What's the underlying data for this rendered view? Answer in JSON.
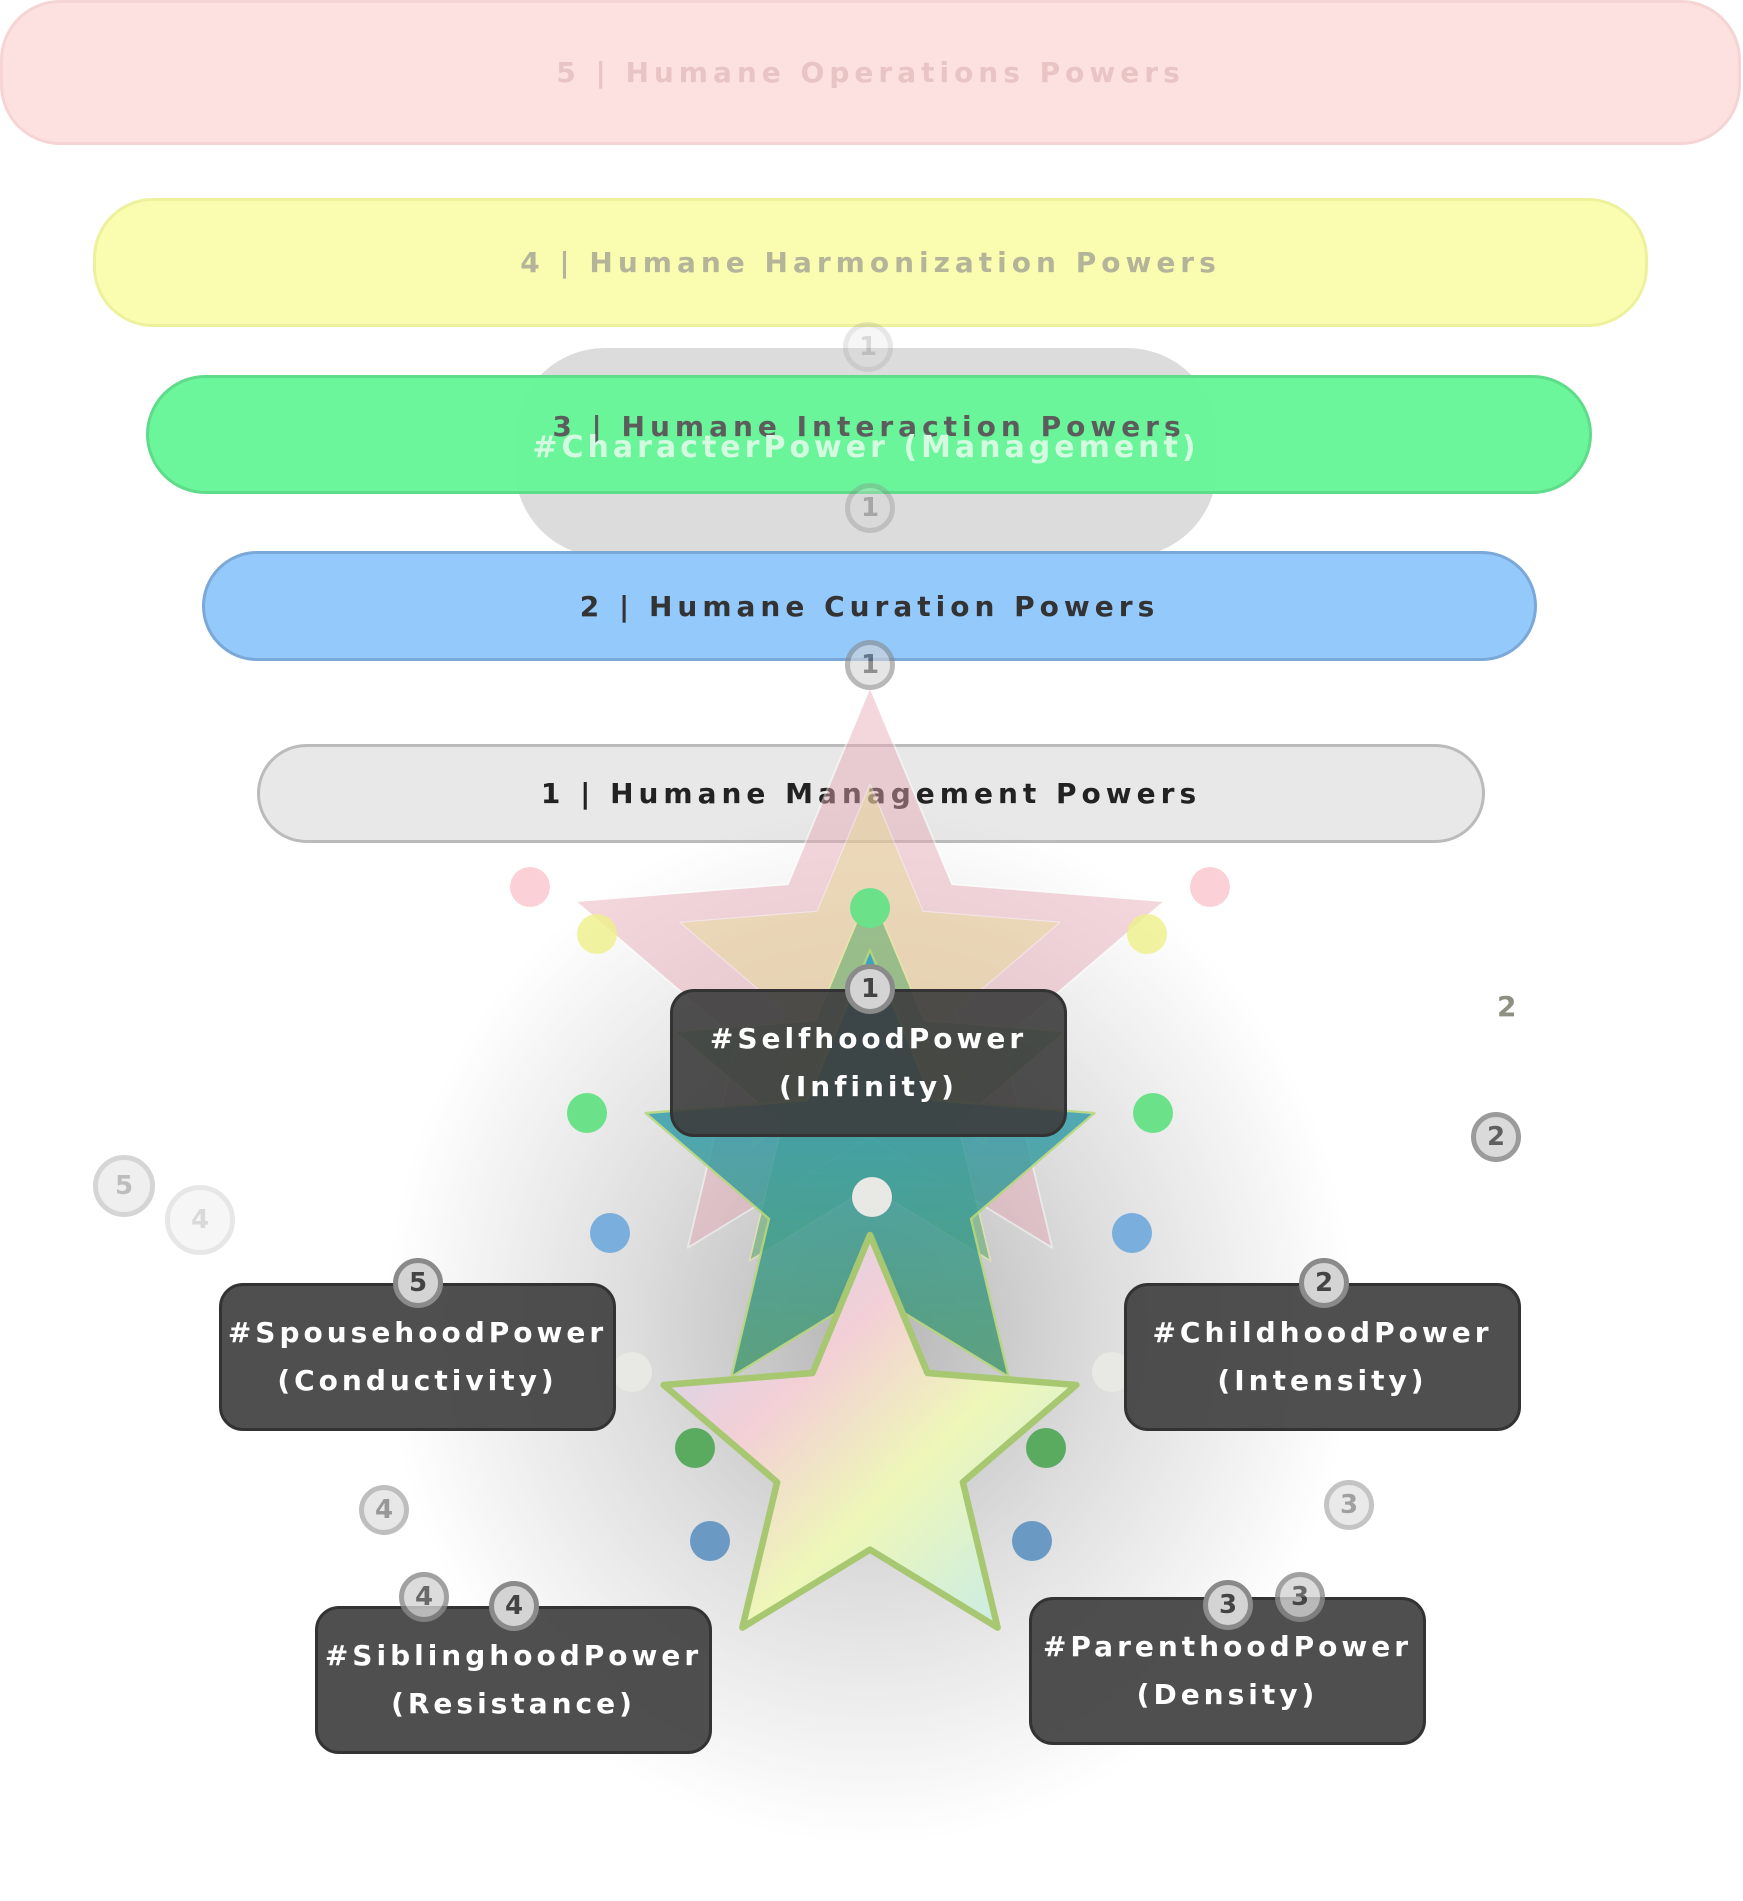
{
  "layers": [
    {
      "label": "5 | Humane Operations Powers",
      "color": "#fde0e0"
    },
    {
      "label": "4 | Humane Harmonization Powers",
      "color": "#fafdb0"
    },
    {
      "label": "3 | Humane Interaction Powers",
      "color": "#6ef79d"
    },
    {
      "label": "2 | Humane Curation Powers",
      "color": "#94c9fc"
    },
    {
      "label": "1 | Humane Management Powers",
      "color": "#e8e8e8"
    }
  ],
  "ghost_label": "#CharacterPower (Management)",
  "powers": [
    {
      "name": "#SelfhoodPower",
      "quality": "(Infinity)",
      "badge": "1"
    },
    {
      "name": "#ChildhoodPower",
      "quality": "(Intensity)",
      "badge": "2"
    },
    {
      "name": "#ParenthoodPower",
      "quality": "(Density)",
      "badge": "3"
    },
    {
      "name": "#SiblinghoodPower",
      "quality": "(Resistance)",
      "badge": "4"
    },
    {
      "name": "#SpousehoodPower",
      "quality": "(Conductivity)",
      "badge": "5"
    }
  ],
  "stray_badges": [
    "1",
    "1",
    "1",
    "2",
    "2",
    "3",
    "3",
    "4",
    "4",
    "4",
    "5"
  ]
}
